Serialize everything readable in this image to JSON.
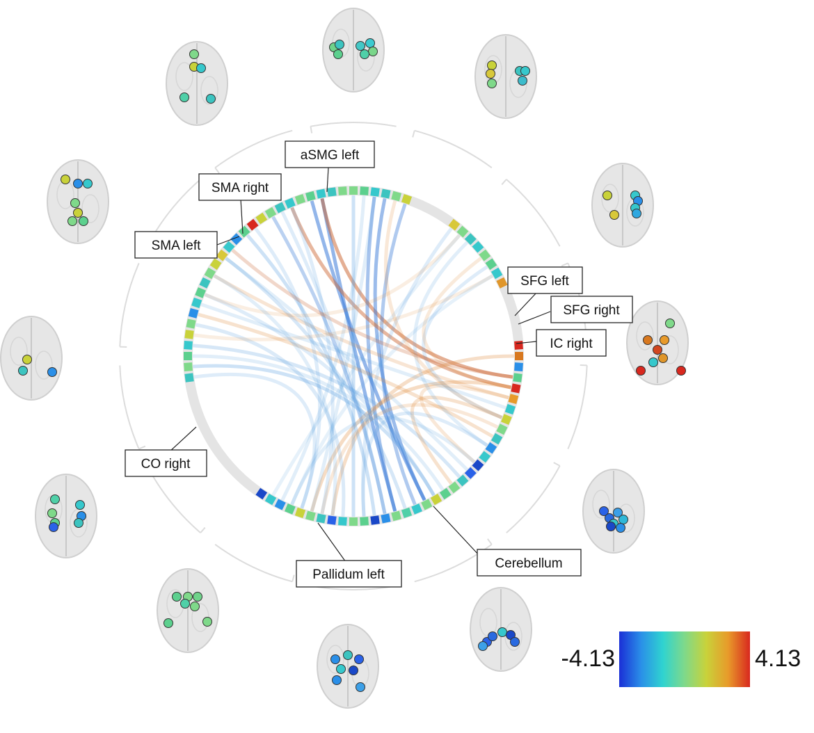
{
  "colormap": {
    "min_label": "-4.13",
    "max_label": "4.13",
    "min_value": -4.13,
    "max_value": 4.13,
    "stops": [
      "#1a2fd6",
      "#2a8fe8",
      "#2fd3d0",
      "#7fd98a",
      "#c9d23a",
      "#e89a2a",
      "#d8281f"
    ]
  },
  "labels": [
    {
      "text": "aSMG left"
    },
    {
      "text": "SMA right"
    },
    {
      "text": "SMA left"
    },
    {
      "text": "SFG left"
    },
    {
      "text": "SFG right"
    },
    {
      "text": "IC right"
    },
    {
      "text": "CO right"
    },
    {
      "text": "Pallidum left"
    },
    {
      "text": "Cerebellum"
    }
  ],
  "brains": [
    {
      "nodes": [
        "#6fd38a",
        "#3cc4c0",
        "#5cd08e",
        "#44c8c6",
        "#3ccbd0",
        "#7ad68a",
        "#4fd0a8"
      ]
    },
    {
      "nodes": [
        "#c9d23a",
        "#d8c83a",
        "#7fd98a",
        "#3cc4c0",
        "#36c8cc",
        "#3cbccc"
      ]
    },
    {
      "nodes": [
        "#7fd98a",
        "#c9d23a",
        "#36c8cc",
        "#4fd0a8",
        "#3cc4c0"
      ]
    },
    {
      "nodes": [
        "#7fd98a",
        "#d8781f",
        "#e89a2a",
        "#36c8cc",
        "#e0962a",
        "#d8281f",
        "#d8281f",
        "#d2461f"
      ]
    },
    {
      "nodes": [
        "#c9d23a",
        "#d8c83a",
        "#36c8cc",
        "#2a8fe8",
        "#36c8cc",
        "#2fa8e0"
      ]
    },
    {
      "nodes": [
        "#2a62e8",
        "#2a6ae0",
        "#3ca0e8",
        "#2fb8d8",
        "#36c8cc",
        "#1a48c8",
        "#2a8fe8"
      ]
    },
    {
      "nodes": [
        "#4fd0a8",
        "#7fd98a",
        "#5cd08e",
        "#36c8cc",
        "#2a8fe8",
        "#3cc4c0",
        "#2a62e8"
      ]
    },
    {
      "nodes": [
        "#5cd08e",
        "#7fd98a",
        "#6fd38a",
        "#4fd0a8",
        "#7fd98a",
        "#5cd08e",
        "#7fd98a"
      ]
    },
    {
      "nodes": [
        "#2a8fe8",
        "#3cc4c0",
        "#2a62e8",
        "#36c8cc",
        "#1a48c8",
        "#2a8fe8",
        "#3ca0e8"
      ]
    },
    {
      "nodes": [
        "#2a62e8",
        "#2a6ae0",
        "#36c8cc",
        "#1a48c8",
        "#2a6ae0",
        "#3ca0e8"
      ]
    },
    {
      "nodes": [
        "#c9d23a",
        "#3cc4c0",
        "#2a8fe8"
      ]
    },
    {
      "nodes": [
        "#c9d23a",
        "#2a8fe8",
        "#36c8cc",
        "#7fd98a",
        "#c9d23a",
        "#7fd98a",
        "#5cd08e"
      ]
    }
  ],
  "ring_colors": [
    "#7fd98a",
    "#5cd08e",
    "#36c8cc",
    "#3cc4c0",
    "#7fd98a",
    "#c9d23a",
    "#d8c83a",
    "#7fd98a",
    "#3cc4c0",
    "#36c8cc",
    "#7fd98a",
    "#5cd08e",
    "#36c8cc",
    "#e0962a",
    "#d8281f",
    "#d8781f",
    "#2a8fe8",
    "#5cd08e",
    "#d8281f",
    "#e89a2a",
    "#36c8cc",
    "#c9d23a",
    "#7fd98a",
    "#3cc4c0",
    "#2a8fe8",
    "#36c8cc",
    "#1a48c8",
    "#2a62e8",
    "#3cc4c0",
    "#7fd98a",
    "#5cd08e",
    "#c9d23a",
    "#7fd98a",
    "#36c8cc",
    "#4fd0a8",
    "#7fd98a",
    "#2a8fe8",
    "#1a48c8",
    "#5cd08e",
    "#7fd98a",
    "#36c8cc",
    "#2a62e8",
    "#3cc4c0",
    "#7fd98a",
    "#c9d23a",
    "#5cd08e",
    "#2a8fe8",
    "#36c8cc",
    "#1a48c8",
    "#3cc4c0",
    "#7fd98a",
    "#5cd08e",
    "#36c8cc",
    "#c9d23a",
    "#7fd98a",
    "#2a8fe8",
    "#36c8cc",
    "#5cd08e",
    "#3cc4c0",
    "#7fd98a",
    "#c9d23a",
    "#d8c83a",
    "#36c8cc",
    "#2a8fe8",
    "#5cd08e",
    "#d8281f",
    "#c9d23a",
    "#7fd98a",
    "#3cc4c0",
    "#36c8cc"
  ]
}
